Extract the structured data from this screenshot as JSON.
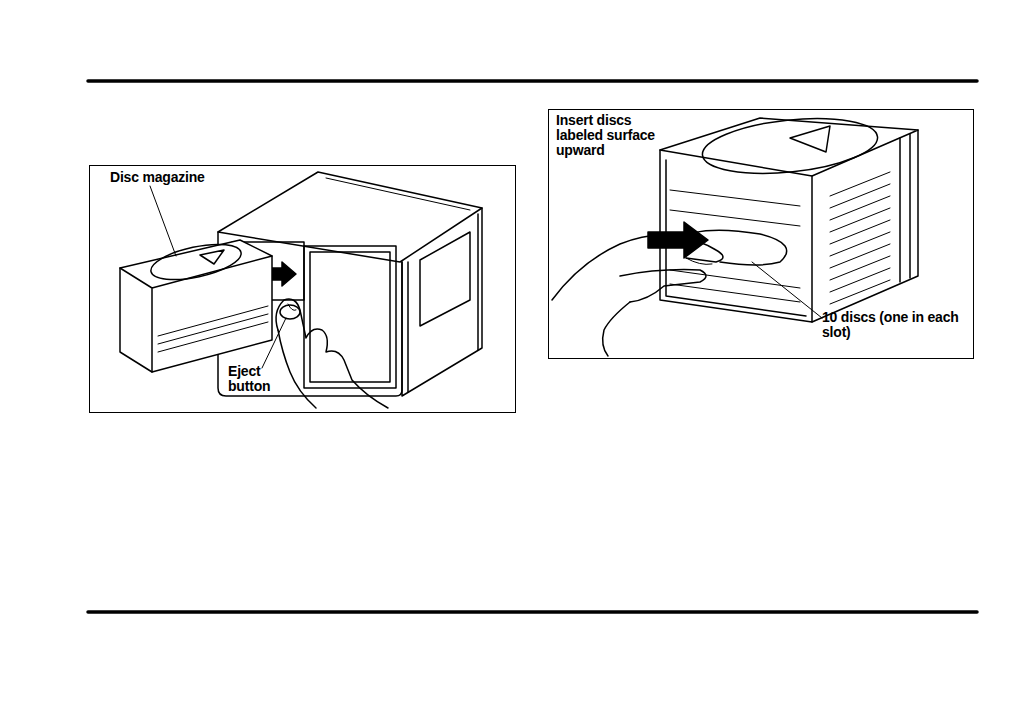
{
  "diagram": {
    "nodes": [
      {
        "text": [
          "Disc magazine",
          "Eject button"
        ]
      },
      {
        "text": [
          "Insert discs labeled surface upward",
          "10 discs (one in each slot)"
        ]
      }
    ]
  }
}
